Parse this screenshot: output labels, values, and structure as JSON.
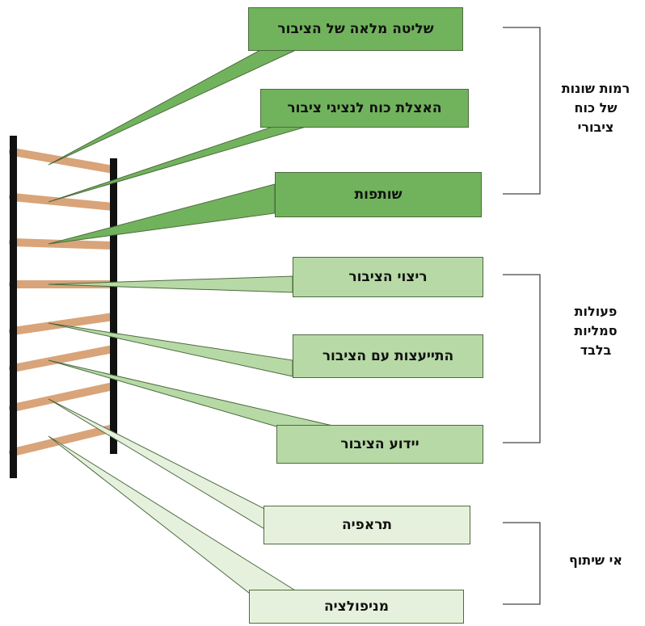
{
  "colors": {
    "level_strong": "#71b35c",
    "level_medium": "#b7d9a6",
    "level_light": "#e6f1dd",
    "ladder_rail": "#111111",
    "ladder_rung": "#d9a479",
    "bracket": "#444444"
  },
  "rungs": [
    {
      "label": "שליטה מלאה של הציבור",
      "level": "strong"
    },
    {
      "label": "האצלת כוח לנציגי ציבור",
      "level": "strong"
    },
    {
      "label": "שותפות",
      "level": "strong"
    },
    {
      "label": "ריצוי הציבור",
      "level": "medium"
    },
    {
      "label": "התייעצות עם הציבור",
      "level": "medium"
    },
    {
      "label": "יידוע הציבור",
      "level": "medium"
    },
    {
      "label": "תראפיה",
      "level": "light"
    },
    {
      "label": "מניפולציה",
      "level": "light"
    }
  ],
  "groups": [
    {
      "label": "רמות שונות\nשל כוח\nציבורי"
    },
    {
      "label": "פעולות\nסמליות\nבלבד"
    },
    {
      "label": "אי שיתוף"
    }
  ]
}
